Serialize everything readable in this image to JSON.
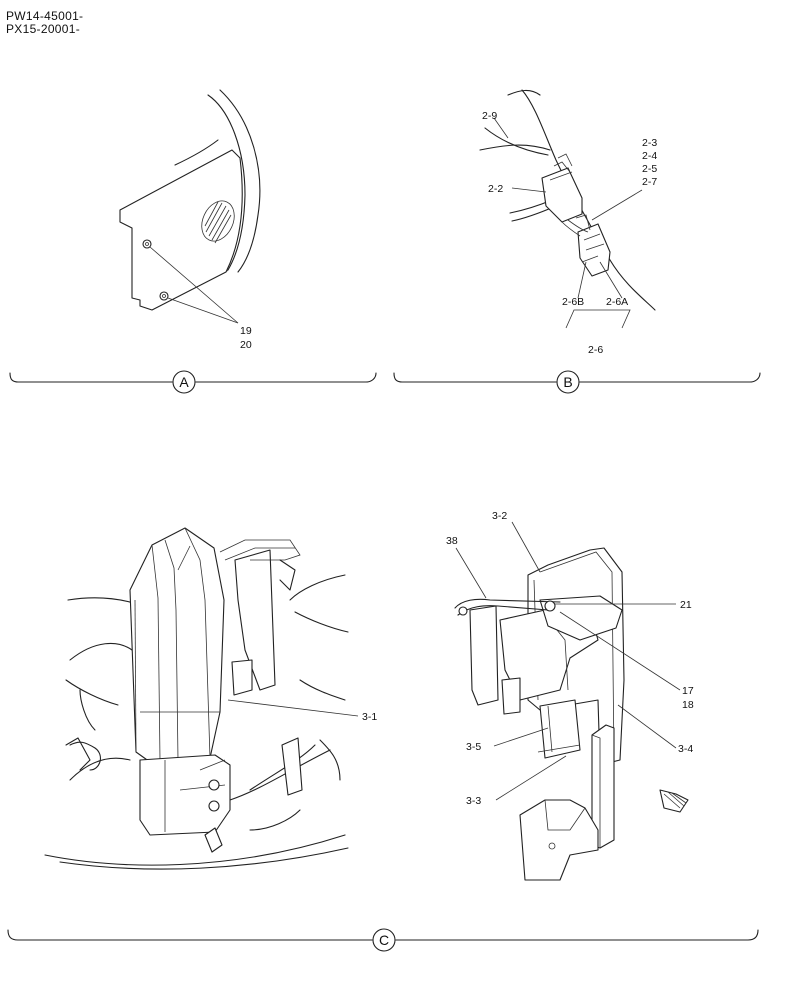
{
  "header": {
    "line1": "PW14-45001-",
    "line2": "PX15-20001-"
  },
  "views": {
    "a": {
      "caption": "A",
      "labels": {
        "l19": "19",
        "l20": "20"
      }
    },
    "b": {
      "caption": "B",
      "labels": {
        "l29": "2-9",
        "l22": "2-2",
        "l23": "2-3",
        "l24": "2-4",
        "l25": "2-5",
        "l27": "2-7",
        "l26b": "2-6B",
        "l26a": "2-6A",
        "l26": "2-6"
      }
    },
    "c": {
      "caption": "C",
      "labels": {
        "l31": "3-1",
        "l32": "3-2",
        "l38": "38",
        "l21": "21",
        "l17": "17",
        "l18": "18",
        "l35": "3-5",
        "l34": "3-4",
        "l33": "3-3"
      }
    }
  }
}
